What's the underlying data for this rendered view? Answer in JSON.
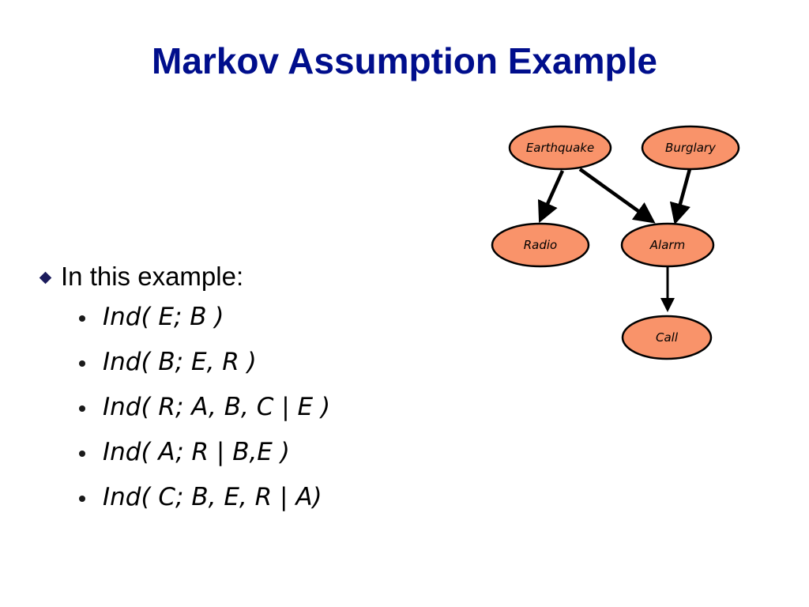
{
  "title": "Markov Assumption Example",
  "intro": "In this example:",
  "statements": [
    "Ind( E; B )",
    "Ind( B; E, R )",
    "Ind( R; A, B, C | E )",
    "Ind( A; R | B,E )",
    "Ind( C; B, E, R | A)"
  ],
  "network": {
    "node_fill": "#f9936a",
    "node_stroke": "#000000",
    "nodes": {
      "earthquake": "Earthquake",
      "burglary": "Burglary",
      "radio": "Radio",
      "alarm": "Alarm",
      "call": "Call"
    }
  }
}
